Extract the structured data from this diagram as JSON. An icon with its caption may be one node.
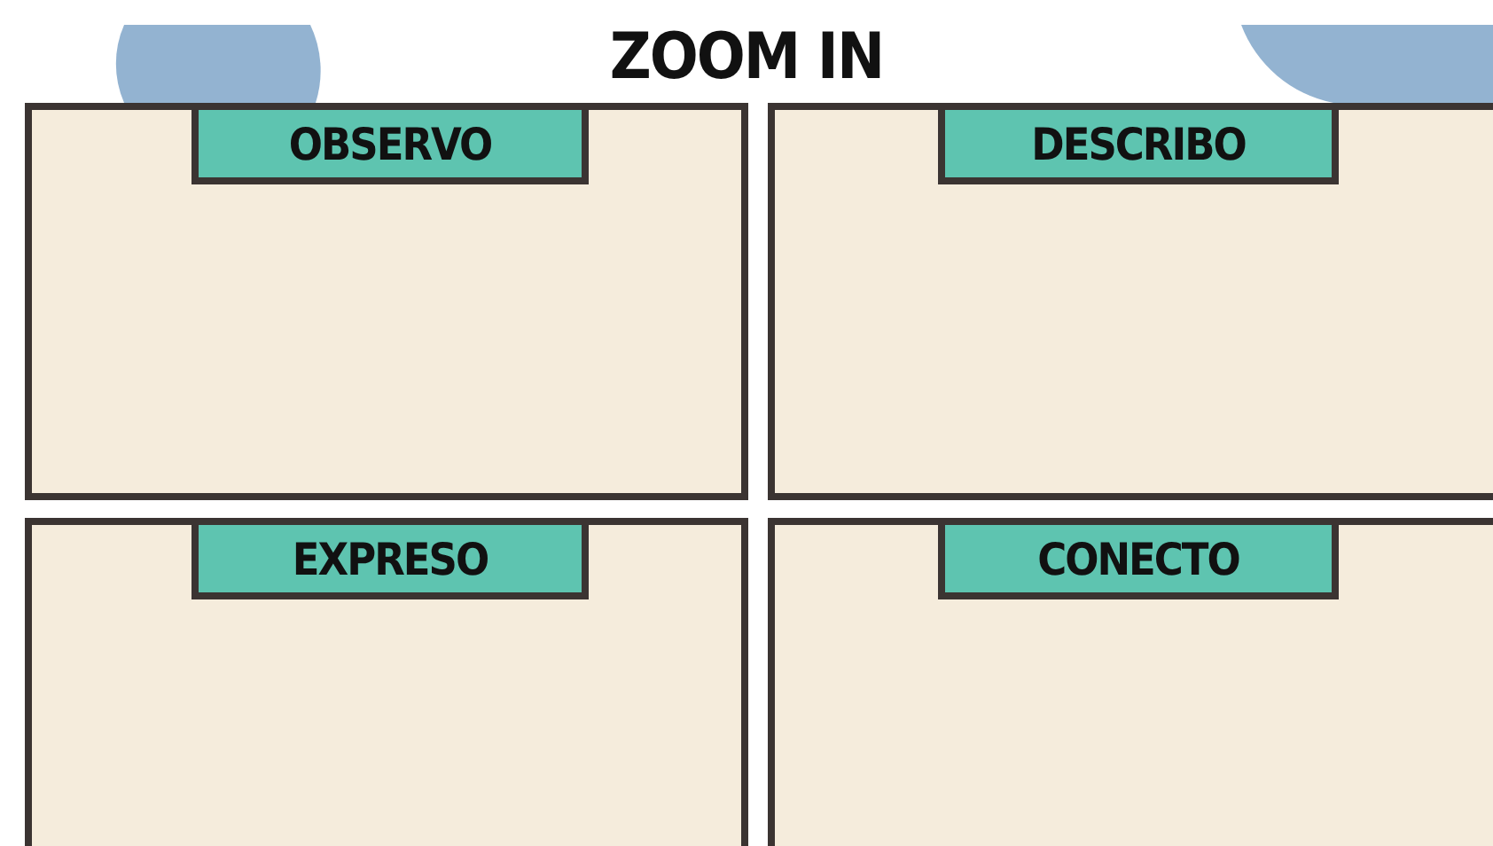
{
  "diagram": {
    "title": "ZOOM IN",
    "nodes": [
      {
        "text": [
          "OBSERVO"
        ]
      },
      {
        "text": [
          "DESCRIBO"
        ]
      },
      {
        "text": [
          "EXPRESO"
        ]
      },
      {
        "text": [
          "CONECTO"
        ]
      }
    ]
  }
}
